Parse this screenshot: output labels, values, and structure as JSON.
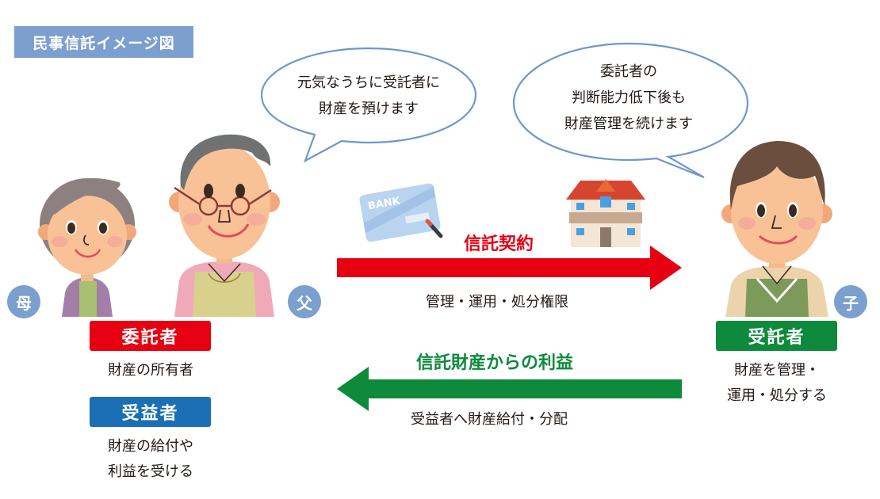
{
  "title": "民事信託イメージ図",
  "bubbles": {
    "left": {
      "lines": [
        "元気なうちに受託者に",
        "財産を預けます"
      ]
    },
    "right": {
      "lines": [
        "委託者の",
        "判断能力低下後も",
        "財産管理を続けます"
      ]
    }
  },
  "people": {
    "mother": {
      "label": "母"
    },
    "father": {
      "label": "父"
    },
    "child": {
      "label": "子"
    }
  },
  "roles": {
    "settlor": {
      "label": "委託者",
      "desc": "財産の所有者",
      "color": "#e60012"
    },
    "beneficiary": {
      "label": "受益者",
      "desc_lines": [
        "財産の給付や",
        "利益を受ける"
      ],
      "color": "#1a6fb5"
    },
    "trustee": {
      "label": "受託者",
      "desc_lines": [
        "財産を管理・",
        "運用・処分する"
      ],
      "color": "#0e8a3c"
    }
  },
  "arrows": {
    "contract": {
      "label": "信託契約",
      "sub": "管理・運用・処分権限",
      "color": "#e60012"
    },
    "benefit": {
      "label": "信託財産からの利益",
      "sub": "受益者へ財産給付・分配",
      "color": "#0e8a3c"
    }
  },
  "assets": {
    "card_text": "BANK"
  },
  "colors": {
    "accent_blue": "#7b9fcf",
    "bubble_border": "#6f97cc"
  }
}
